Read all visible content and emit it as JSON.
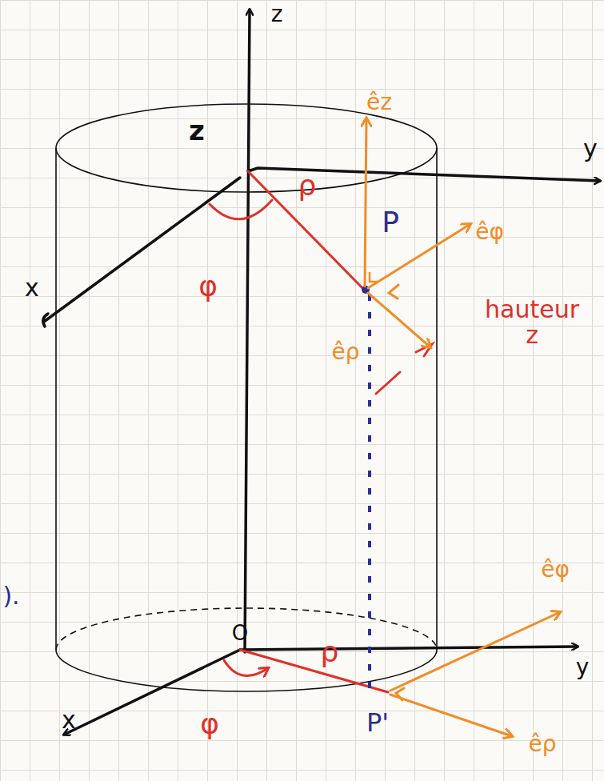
{
  "diagram": {
    "labels": [
      "z",
      "z",
      "y",
      "x",
      "ρ",
      "φ",
      "P",
      "êz",
      "êφ",
      "êρ",
      "hauteur z",
      ").",
      "O",
      "y",
      "x",
      "φ",
      "ρ",
      "êφ",
      "P'",
      "êρ"
    ]
  }
}
